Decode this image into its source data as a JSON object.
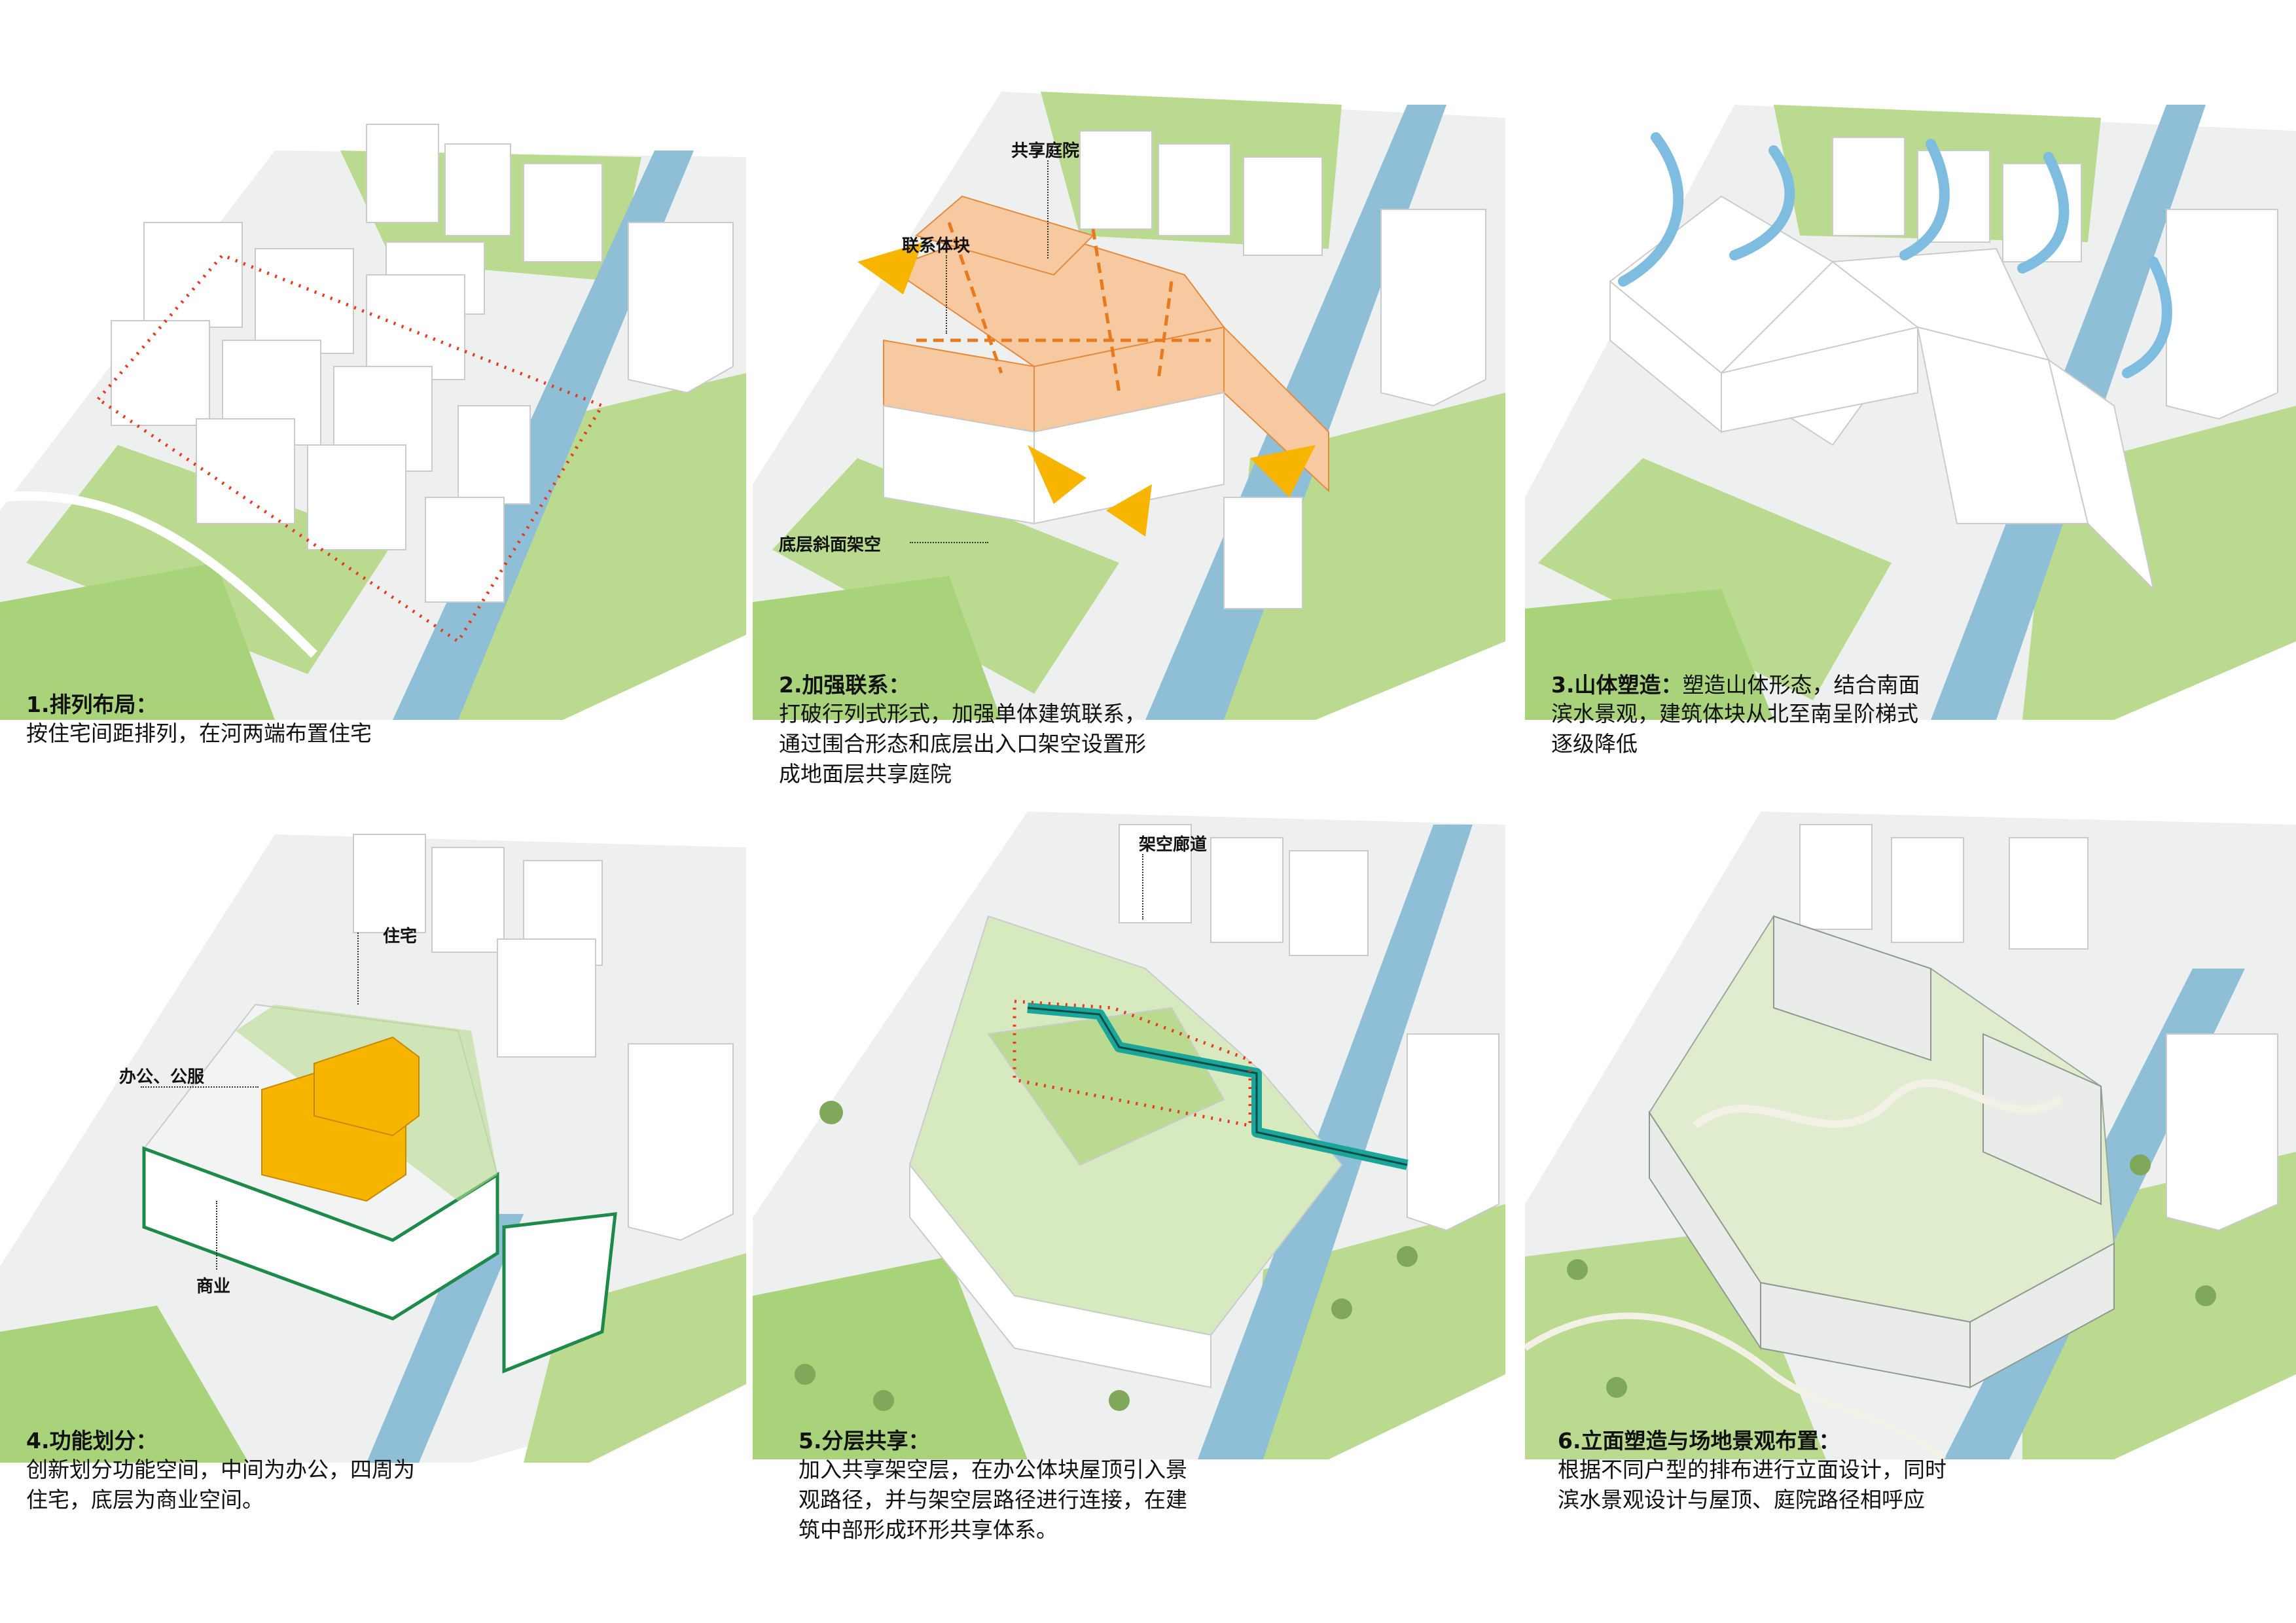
{
  "panels": [
    {
      "title": "1.排列布局：",
      "body": [
        "按住宅间距排列，在河两端布置住宅"
      ]
    },
    {
      "title": "2.加强联系：",
      "body": [
        "打破行列式形式，加强单体建筑联系，",
        "通过围合形态和底层出入口架空设置形",
        "成地面层共享庭院"
      ],
      "labels": {
        "courtyard": "共享庭院",
        "link": "联系体块",
        "pilotis": "底层斜面架空"
      }
    },
    {
      "title": "3.山体塑造：",
      "inline": "塑造山体形态，结合南面",
      "body": [
        "滨水景观，建筑体块从北至南呈阶梯式",
        "逐级降低"
      ]
    },
    {
      "title": "4.功能划分：",
      "body": [
        "创新划分功能空间，中间为办公，四周为",
        "住宅，底层为商业空间。"
      ],
      "labels": {
        "residential": "住宅",
        "office": "办公、公服",
        "commercial": "商业"
      }
    },
    {
      "title": "5.分层共享：",
      "body": [
        "加入共享架空层，在办公体块屋顶引入景",
        "观路径，并与架空层路径进行连接，在建",
        "筑中部形成环形共享体系。"
      ],
      "labels": {
        "bridge": "架空廊道"
      }
    },
    {
      "title": "6.立面塑造与场地景观布置：",
      "body": [
        "根据不同户型的排布进行立面设计，同时",
        "滨水景观设计与屋顶、庭院路径相呼应"
      ]
    }
  ],
  "colors": {
    "grass": "#a9d37a",
    "road": "#e9ecea",
    "river": "#8ebfd6",
    "building": "#ffffff",
    "accent_orange": "#f3a25a",
    "accent_yellow": "#f7b500",
    "accent_green": "#1e8a4a",
    "accent_teal": "#1aa69a",
    "dotted_red": "#e53a1c",
    "wind_blue": "#7fbde0"
  },
  "icons": [
    "yellow-arrow-icon",
    "wind-arrow-icon",
    "tree-icon"
  ]
}
